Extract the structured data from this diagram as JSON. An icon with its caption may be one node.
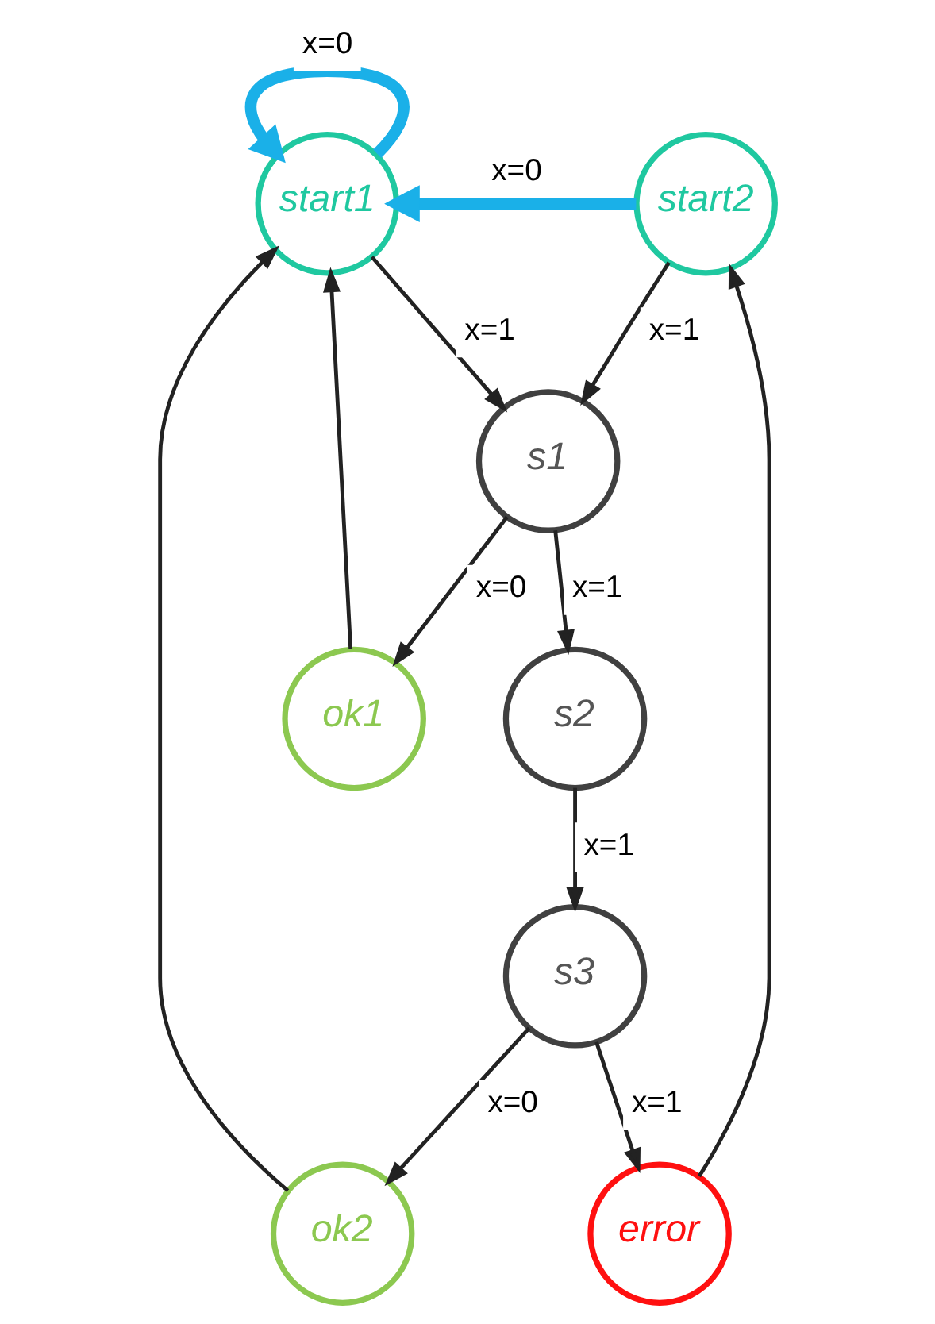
{
  "diagram": {
    "nodes": [
      {
        "text": [
          "start1"
        ]
      },
      {
        "text": [
          "start2"
        ]
      },
      {
        "text": [
          "s1"
        ]
      },
      {
        "text": [
          "s2"
        ]
      },
      {
        "text": [
          "s3"
        ]
      },
      {
        "text": [
          "ok1"
        ]
      },
      {
        "text": [
          "ok2"
        ]
      },
      {
        "text": [
          "error"
        ]
      }
    ],
    "edges": [
      {
        "from": 0,
        "to": 0,
        "arrow": "to",
        "label": "x=0",
        "style": "thick",
        "color": "#1ab0e8"
      },
      {
        "from": 1,
        "to": 0,
        "arrow": "to",
        "label": "x=0",
        "style": "thick",
        "color": "#1ab0e8"
      },
      {
        "from": 0,
        "to": 2,
        "arrow": "to",
        "label": "x=1"
      },
      {
        "from": 1,
        "to": 2,
        "arrow": "to",
        "label": "x=1"
      },
      {
        "from": 2,
        "to": 5,
        "arrow": "to",
        "label": "x=0"
      },
      {
        "from": 2,
        "to": 3,
        "arrow": "to",
        "label": "x=1"
      },
      {
        "from": 3,
        "to": 4,
        "arrow": "to",
        "label": "x=1"
      },
      {
        "from": 4,
        "to": 6,
        "arrow": "to",
        "label": "x=0"
      },
      {
        "from": 4,
        "to": 7,
        "arrow": "to",
        "label": "x=1"
      },
      {
        "from": 5,
        "to": 0,
        "arrow": "to"
      },
      {
        "from": 6,
        "to": 0,
        "arrow": "to"
      },
      {
        "from": 7,
        "to": 1,
        "arrow": "to"
      }
    ]
  }
}
